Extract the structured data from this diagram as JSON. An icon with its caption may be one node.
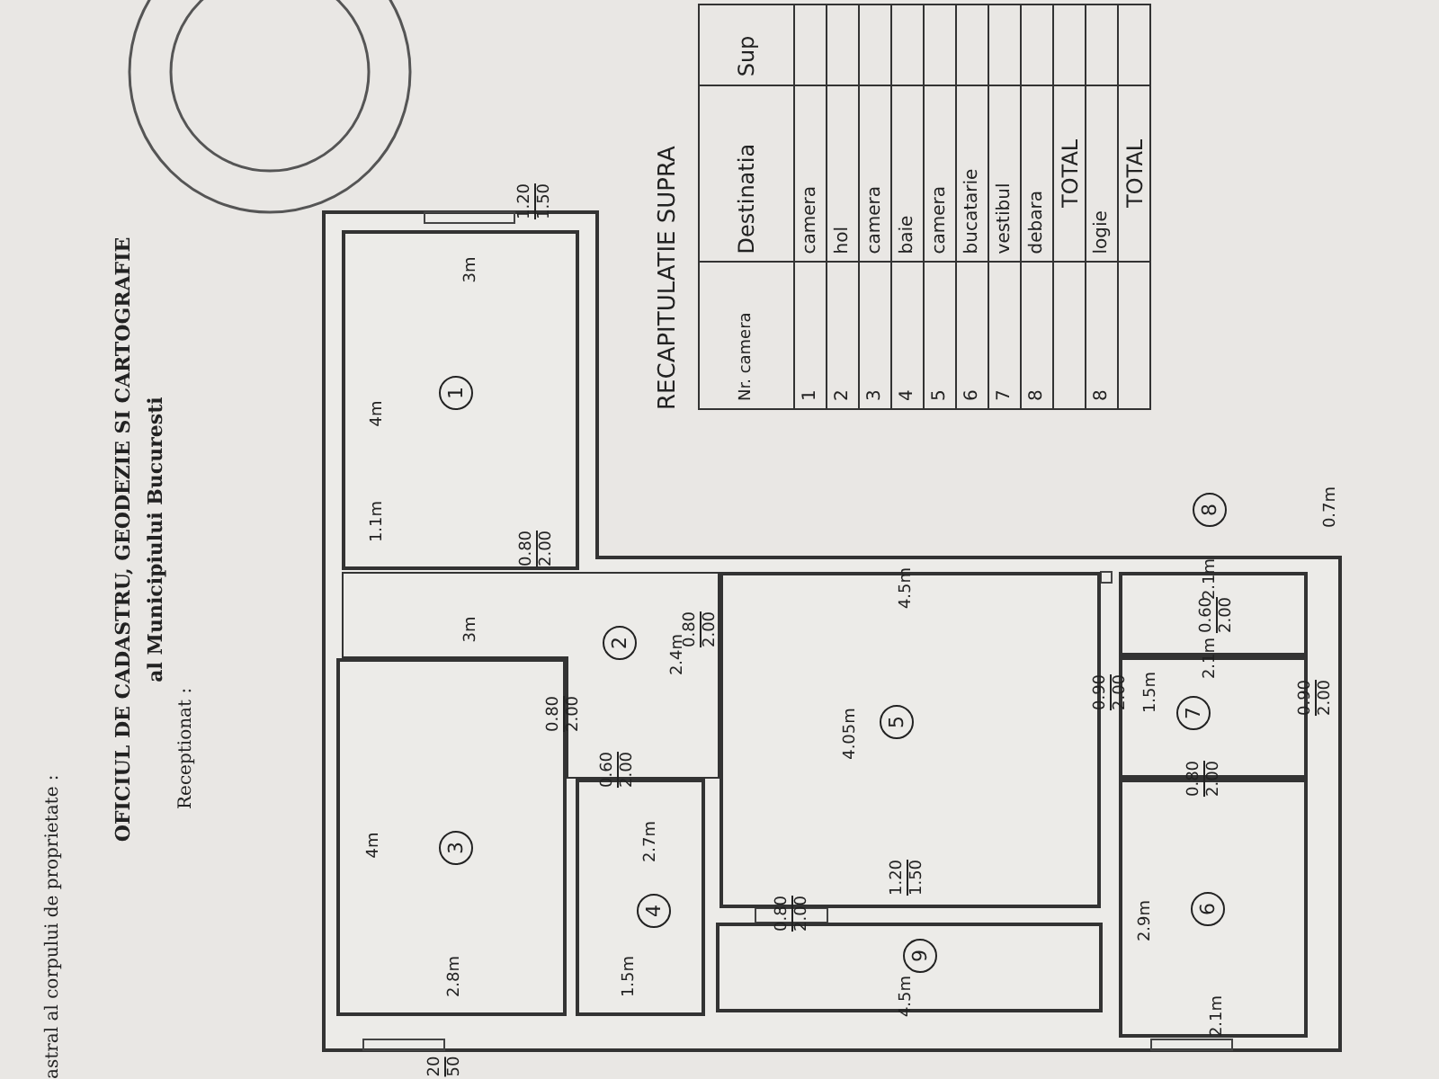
{
  "diagram": {
    "nodes": [
      {
        "text": [
          "1"
        ]
      },
      {
        "text": [
          "2"
        ]
      },
      {
        "text": [
          "3"
        ]
      },
      {
        "text": [
          "4"
        ]
      },
      {
        "text": [
          "5"
        ]
      },
      {
        "text": [
          "9"
        ]
      },
      {
        "text": [],
        "shape": "box"
      },
      {
        "text": [
          "7"
        ]
      },
      {
        "text": [
          "6"
        ]
      }
    ],
    "labels": [
      "astral al corpului de proprietate :",
      "OFICIUL DE CADASTRU, GEODEZIE SI CARTOGRAFIE",
      "al Municipiului Bucuresti",
      "Receptionat :",
      "RECAPITULATIE SUPRA",
      "Nr. camera",
      "Destinatia",
      "Sup",
      "1",
      "camera",
      "2",
      "hol",
      "3",
      "camera",
      "4",
      "baie",
      "5",
      "camera",
      "6",
      "bucatarie",
      "7",
      "vestibul",
      "8",
      "debara",
      "TOTAL",
      "8",
      "logie",
      "TOTAL",
      "1.20",
      "1.50",
      "3m",
      "4m",
      "1.1m",
      "0.80",
      "2.00",
      "3m",
      "2.4m",
      "0.80",
      "2.00",
      "0.80",
      "2.00",
      "0.60",
      "2.00",
      "4m",
      "2.7m",
      "2.8m",
      "1.5m",
      "20",
      "50",
      "4.5m",
      "4.05m",
      "1.20",
      "1.50",
      "0.80",
      "2.00",
      "4.5m",
      "2.1m",
      "0.60",
      "2.00",
      "2.1m",
      "0.90",
      "2.00",
      "1.5m",
      "0.90",
      "2.00",
      "0.80",
      "2.00",
      "2.9m",
      "2.1m",
      "8",
      "0.7m"
    ]
  }
}
